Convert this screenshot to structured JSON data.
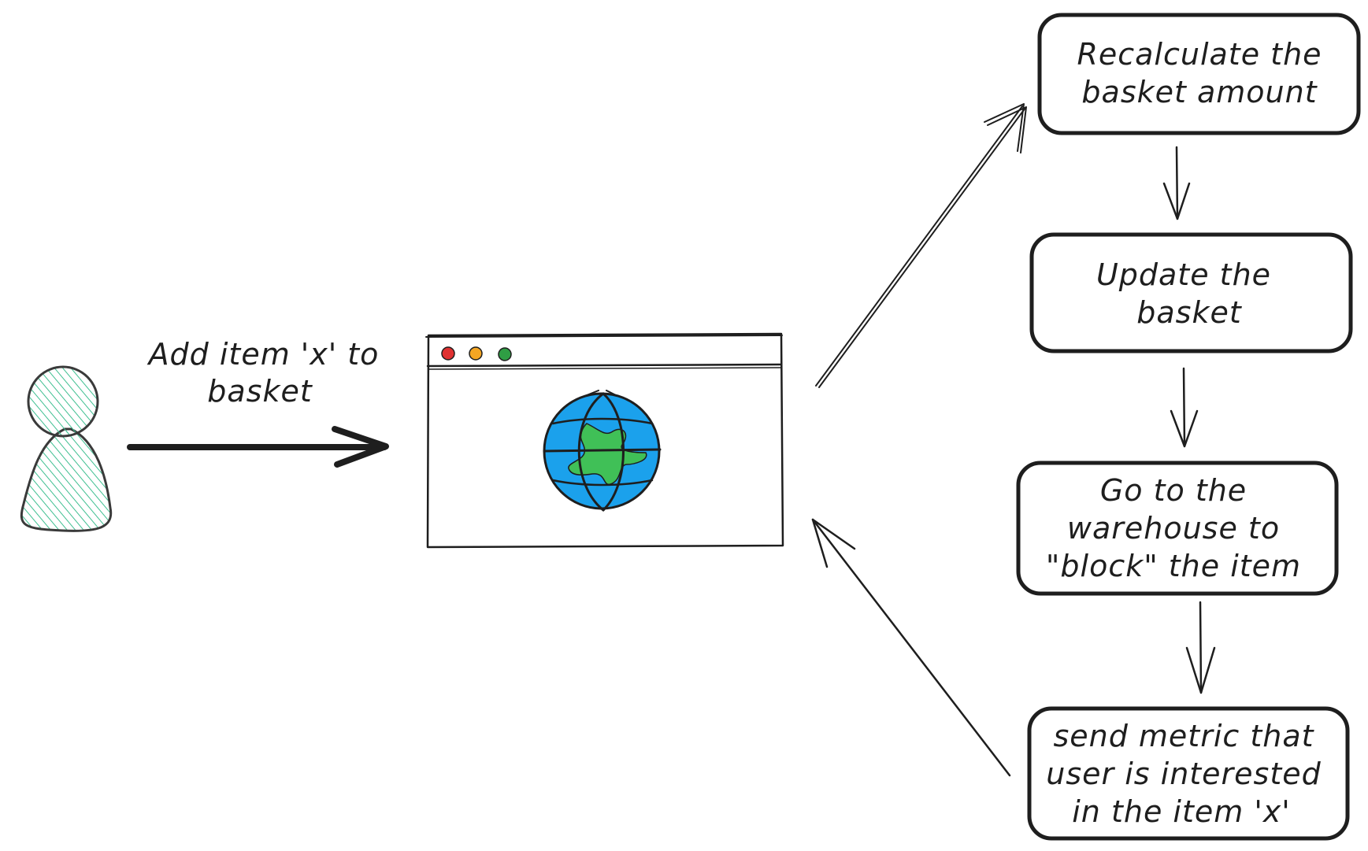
{
  "diagram": {
    "actor": {
      "icon": "user-icon",
      "fill_color": "#3fbf91",
      "stroke_color": "#3a3a3a"
    },
    "request_label": {
      "lines": [
        "Add item 'x' to",
        "basket"
      ]
    },
    "browser": {
      "icon": "globe-icon",
      "window_dots": [
        "#e03131",
        "#f5a623",
        "#2f9e44"
      ],
      "ocean_color": "#1ba1ec",
      "land_color": "#40c057"
    },
    "steps": [
      {
        "id": "recalculate",
        "lines": [
          "Recalculate the",
          "basket amount"
        ]
      },
      {
        "id": "update",
        "lines": [
          "Update the",
          "basket"
        ]
      },
      {
        "id": "warehouse",
        "lines": [
          "Go to the",
          "warehouse to",
          "\"block\" the item"
        ]
      },
      {
        "id": "metric",
        "lines": [
          "send metric that",
          "user is interested",
          "in the item 'x'"
        ]
      }
    ],
    "stroke_color": "#1e1e1e"
  }
}
